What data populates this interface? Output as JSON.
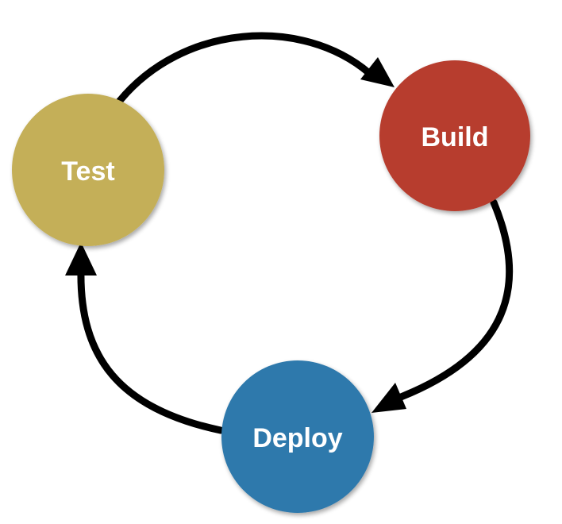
{
  "diagram": {
    "nodes": {
      "test": {
        "label": "Test",
        "color": "#c4af58"
      },
      "build": {
        "label": "Build",
        "color": "#b73e2f"
      },
      "deploy": {
        "label": "Deploy",
        "color": "#2f79ac"
      }
    },
    "edges": [
      {
        "from": "test",
        "to": "build"
      },
      {
        "from": "build",
        "to": "deploy"
      },
      {
        "from": "deploy",
        "to": "test"
      }
    ],
    "arrow_color": "#000000"
  }
}
